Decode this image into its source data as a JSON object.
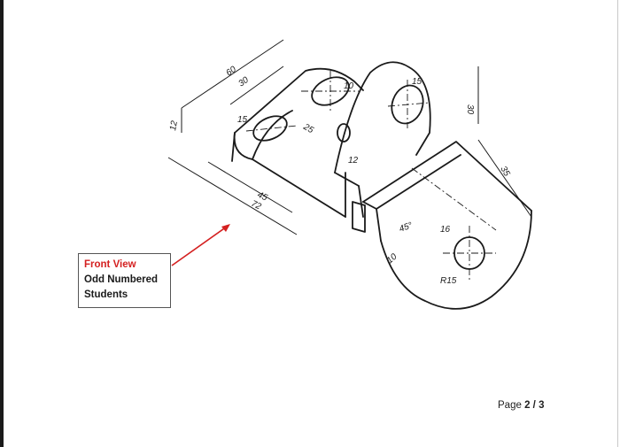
{
  "callout": {
    "title": "Front View",
    "line2": "Odd Numbered",
    "line3": "Students",
    "title_color": "#d42020"
  },
  "footer": {
    "prefix": "Page ",
    "current": "2",
    "separator": " / ",
    "total": "3"
  },
  "drawing": {
    "dims": [
      "60",
      "30",
      "12",
      "25",
      "15",
      "10",
      "12",
      "45",
      "72",
      "30",
      "15",
      "35",
      "16",
      "45°",
      "10",
      "R15"
    ]
  },
  "colors": {
    "ink": "#1a1a1a",
    "arrow": "#d42020"
  }
}
